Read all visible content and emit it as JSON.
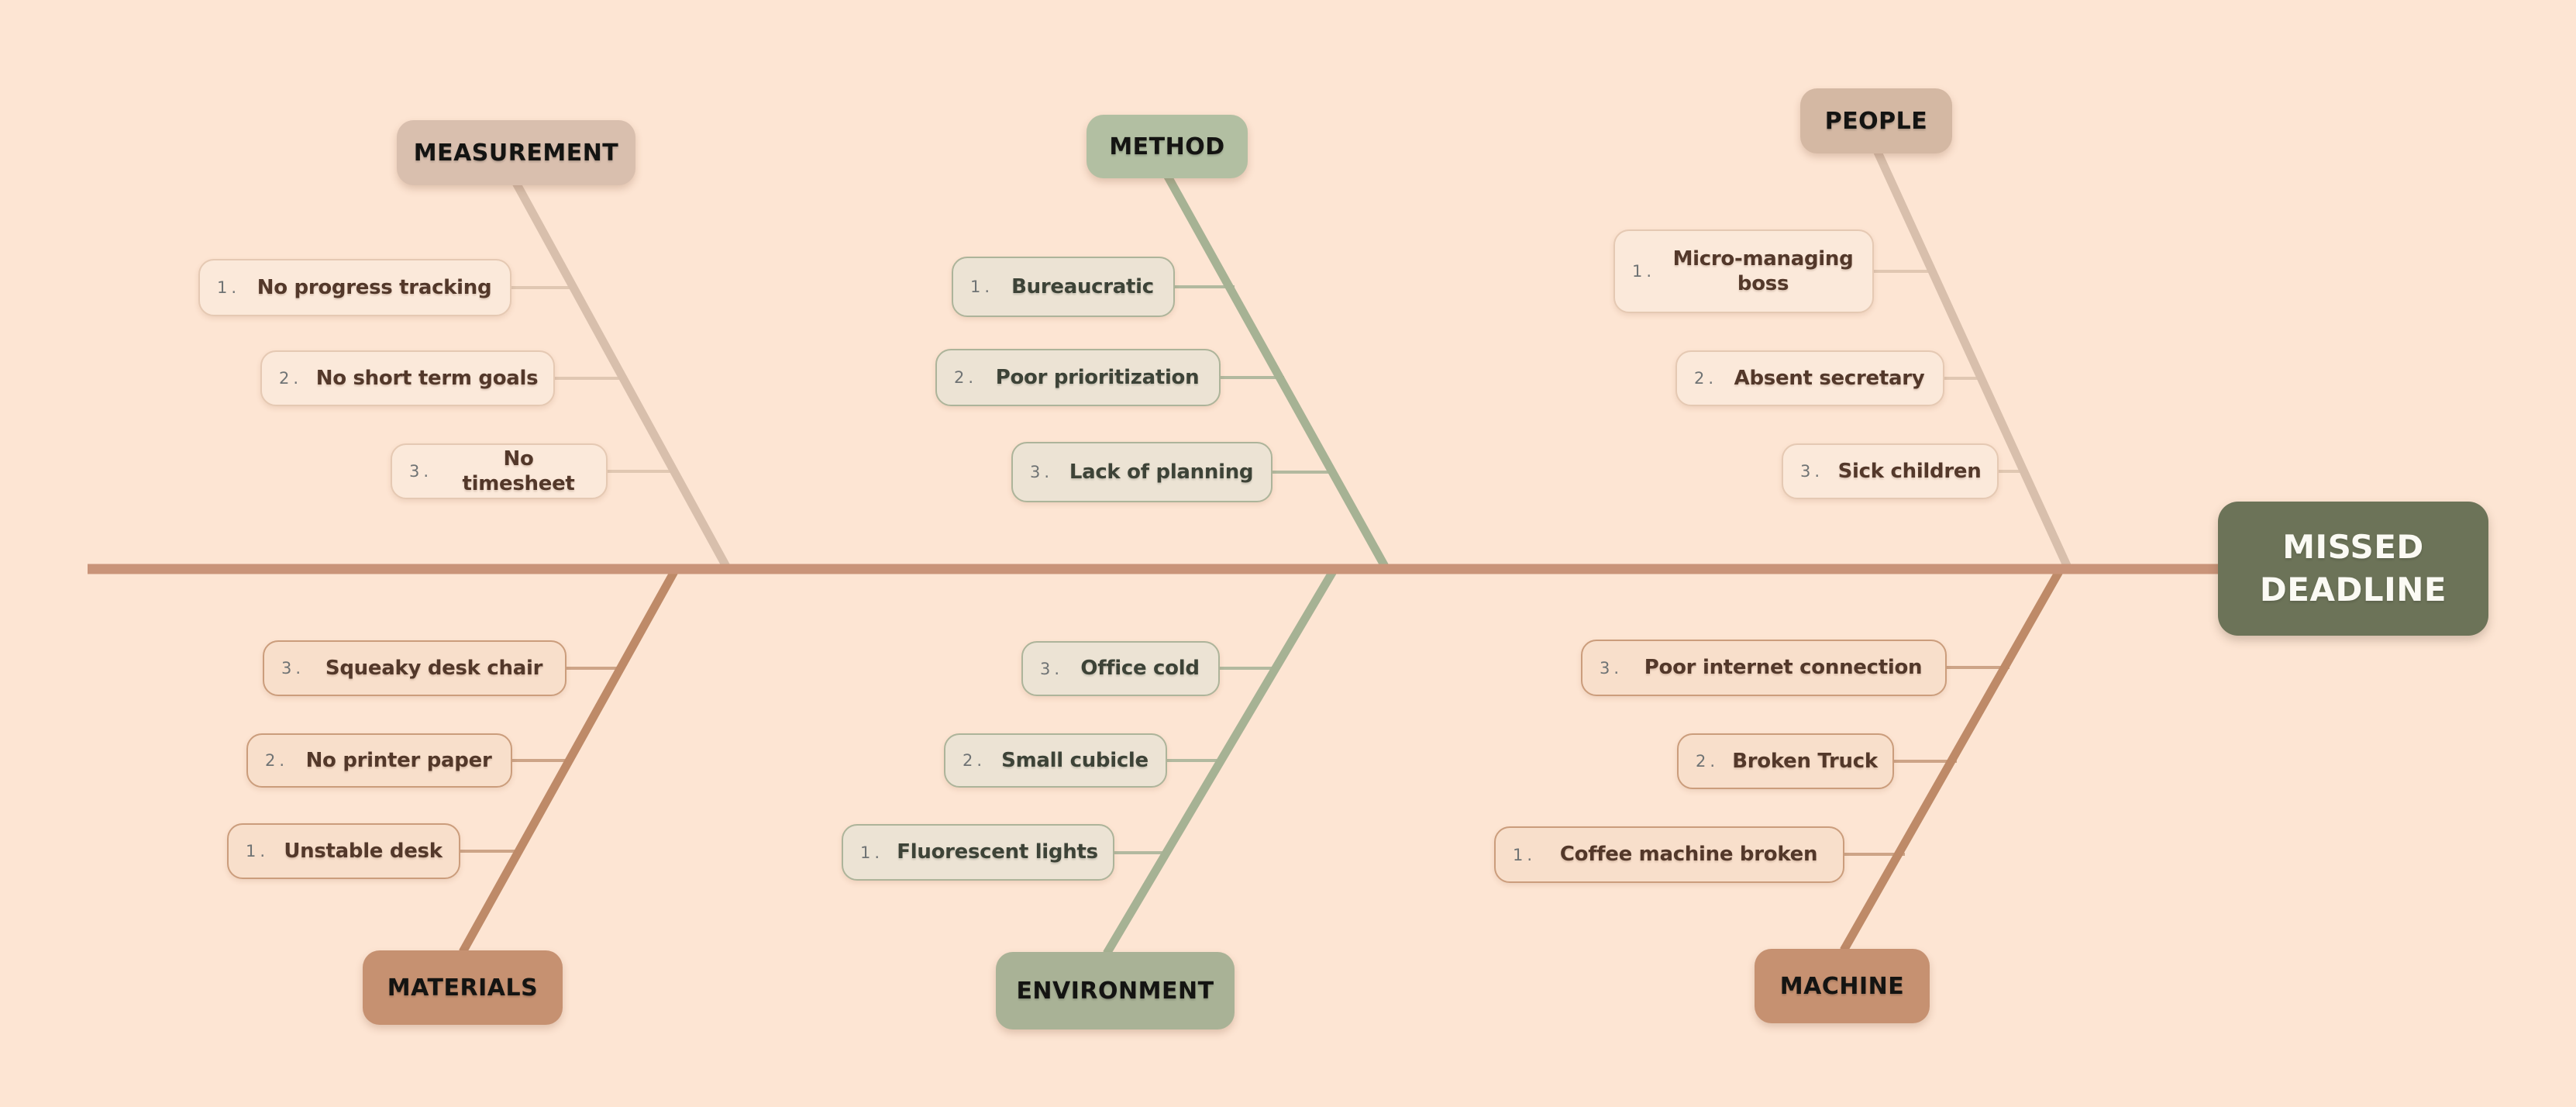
{
  "effect": {
    "label": "MISSED DEADLINE"
  },
  "categories": [
    {
      "name": "MEASUREMENT",
      "position": "top-left",
      "causes": [
        {
          "num": "1.",
          "label": "No progress tracking"
        },
        {
          "num": "2.",
          "label": "No short term goals"
        },
        {
          "num": "3.",
          "label": "No timesheet"
        }
      ]
    },
    {
      "name": "METHOD",
      "position": "top-center",
      "causes": [
        {
          "num": "1.",
          "label": "Bureaucratic"
        },
        {
          "num": "2.",
          "label": "Poor prioritization"
        },
        {
          "num": "3.",
          "label": "Lack of planning"
        }
      ]
    },
    {
      "name": "PEOPLE",
      "position": "top-right",
      "causes": [
        {
          "num": "1.",
          "label": "Micro-managing boss"
        },
        {
          "num": "2.",
          "label": "Absent secretary"
        },
        {
          "num": "3.",
          "label": "Sick children"
        }
      ]
    },
    {
      "name": "MATERIALS",
      "position": "bottom-left",
      "causes": [
        {
          "num": "1.",
          "label": "Unstable desk"
        },
        {
          "num": "2.",
          "label": "No printer paper"
        },
        {
          "num": "3.",
          "label": "Squeaky desk chair"
        }
      ]
    },
    {
      "name": "ENVIRONMENT",
      "position": "bottom-center",
      "causes": [
        {
          "num": "1.",
          "label": "Fluorescent lights"
        },
        {
          "num": "2.",
          "label": "Small cubicle"
        },
        {
          "num": "3.",
          "label": "Office cold"
        }
      ]
    },
    {
      "name": "MACHINE",
      "position": "bottom-right",
      "causes": [
        {
          "num": "1.",
          "label": "Coffee machine broken"
        },
        {
          "num": "2.",
          "label": "Broken Truck"
        },
        {
          "num": "3.",
          "label": "Poor internet connection"
        }
      ]
    }
  ],
  "colors": {
    "bg": "#fde5d3",
    "spine": "#c99479",
    "branch-tan": "#d8bfac",
    "branch-terra": "#be8a68",
    "branch-sage": "#a6b294",
    "stub-tan": "#e0c7b2",
    "stub-terra": "#cda487",
    "stub-sage": "#b2b99f",
    "cause-tan-fill": "#fbe9da",
    "cause-tan-border": "#e5c9b3",
    "cause-terra-fill": "#f8dfcb",
    "cause-terra-border": "#cb9d7c",
    "cause-sage-fill": "#ece3d4",
    "cause-sage-border": "#adb49a",
    "cat-measurement": "#d9bfae",
    "cat-method": "#b2bfa2",
    "cat-people": "#d4b8a3",
    "cat-materials": "#c69171",
    "cat-environment": "#a9b296",
    "cat-machine": "#c69171",
    "effect-bg": "#6c7358",
    "effect-text": "#fbfaf4",
    "text-brown": "#53382a",
    "text-sage": "#3d4337",
    "num-color": "#6f7374"
  }
}
